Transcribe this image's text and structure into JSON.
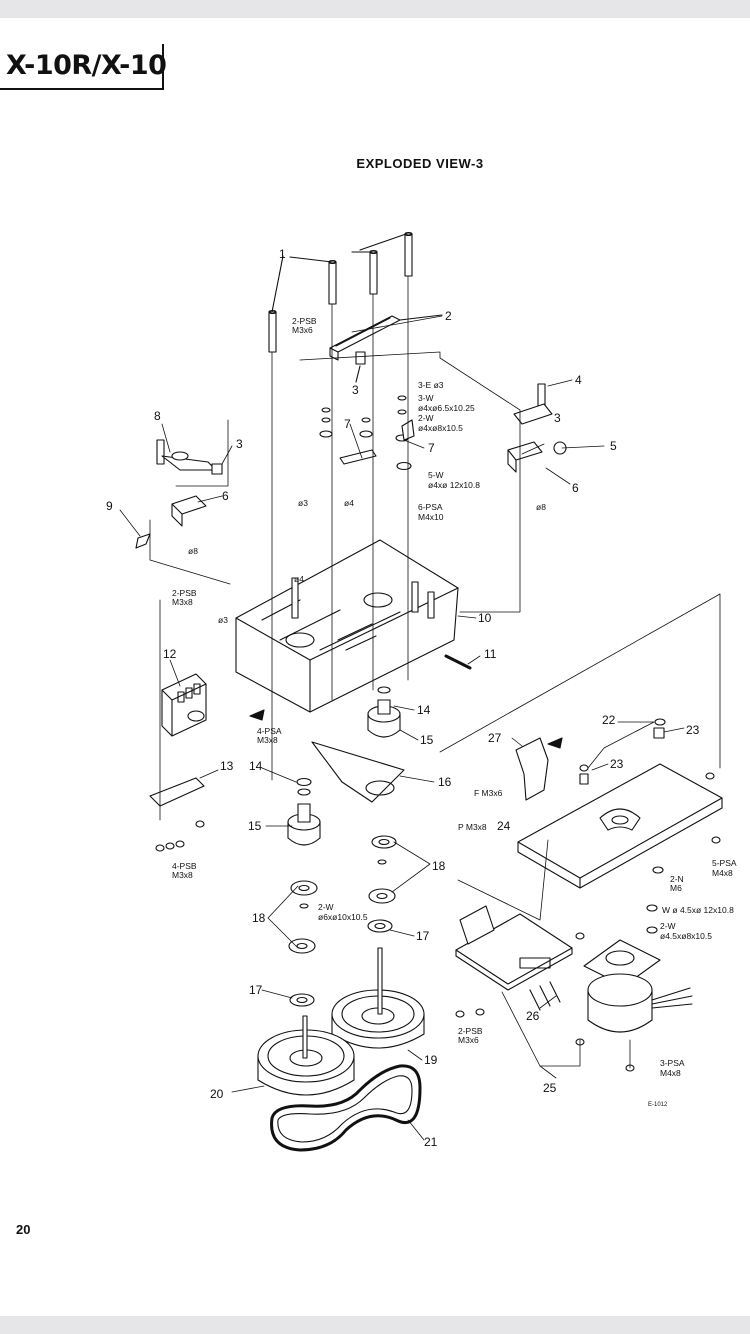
{
  "header": {
    "model": "X-10R/X-10",
    "title": "EXPLODED VIEW-3"
  },
  "footer": {
    "page_number": "20",
    "drawing_code": "E-1012"
  },
  "callouts": {
    "c1": "1",
    "c2": "2",
    "c3a": "3",
    "c3b": "3",
    "c3c": "3",
    "c4": "4",
    "c5": "5",
    "c6a": "6",
    "c6b": "6",
    "c7a": "7",
    "c7b": "7",
    "c8": "8",
    "c9": "9",
    "c10": "10",
    "c11": "11",
    "c12": "12",
    "c13": "13",
    "c14a": "14",
    "c14b": "14",
    "c15a": "15",
    "c15b": "15",
    "c16": "16",
    "c17a": "17",
    "c17b": "17",
    "c18a": "18",
    "c18b": "18",
    "c19": "19",
    "c20": "20",
    "c21": "21",
    "c22": "22",
    "c23a": "23",
    "c23b": "23",
    "c24": "24",
    "c25": "25",
    "c26": "26",
    "c27": "27"
  },
  "hardware": {
    "psb_top_1": "2-PSB",
    "psb_top_2": "M3x6",
    "e3": "3-E ø3",
    "w3_1": "3-W",
    "w3_2": "ø4xø6.5x10.25",
    "w2_1": "2-W",
    "w2_2": "ø4xø8x10.5",
    "w5_1": "5-W",
    "w5_2": "ø4xø 12x10.8",
    "psa6_1": "6-PSA",
    "psa6_2": "M4x10",
    "phi3a": "ø3",
    "phi4a": "ø4",
    "phi8a": "ø8",
    "phi8b": "ø8",
    "phi4b": "ø4",
    "phi3b": "ø3",
    "psb_mid_1": "2-PSB",
    "psb_mid_2": "M3x8",
    "psa4_1": "4-PSA",
    "psa4_2": "M3x8",
    "psb4_1": "4-PSB",
    "psb4_2": "M3x8",
    "w2c_1": "2-W",
    "w2c_2": "ø6xø10x10.5",
    "fm": "F M3x6",
    "pm": "P M3x8",
    "psa5_1": "5-PSA",
    "psa5_2": "M4x8",
    "n2_1": "2-N",
    "n2_2": "M6",
    "w45": "W ø 4.5xø 12x10.8",
    "w2d_1": "2-W",
    "w2d_2": "ø4.5xø8x10.5",
    "psb2_1": "2-PSB",
    "psb2_2": "M3x6",
    "psa3_1": "3-PSA",
    "psa3_2": "M4x8"
  }
}
